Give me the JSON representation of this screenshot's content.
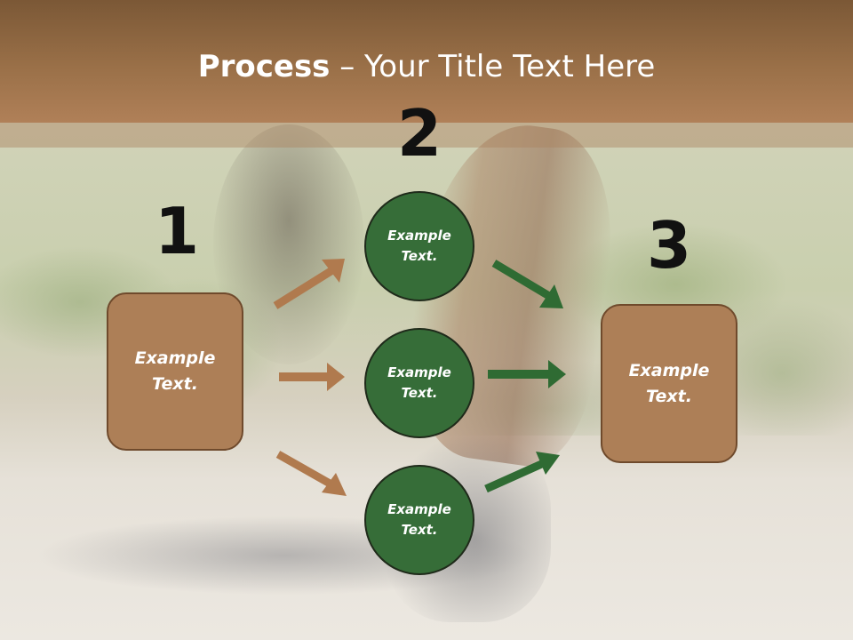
{
  "slide": {
    "title_bold": "Process",
    "title_rest": " – Your Title Text Here",
    "step_numbers": [
      "1",
      "2",
      "3"
    ],
    "left_box": "Example Text.",
    "right_box": "Example Text.",
    "circles": [
      "Example Text.",
      "Example Text.",
      "Example Text."
    ],
    "colors": {
      "title_bar": "#9a7048",
      "box_fill": "#ad7f57",
      "circle_fill": "#366d38",
      "brown_arrow": "#b07a4e",
      "green_arrow": "#2f6b33"
    }
  }
}
